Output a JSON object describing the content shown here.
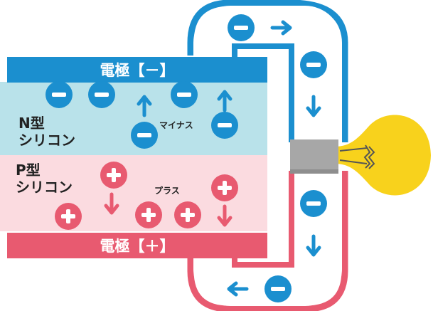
{
  "colors": {
    "negative": "#1b8fcf",
    "positive": "#e85a70",
    "n_layer": "#b9e2ea",
    "p_layer": "#fbdbe0",
    "text_dark": "#222222",
    "bulb": "#f8d21c",
    "socket": "#a7a7a7"
  },
  "electrodes": {
    "top_label": "電極【－】",
    "bottom_label": "電極【＋】"
  },
  "n_type": {
    "line1": "N型",
    "line2": "シリコン",
    "carrier_label": "マイナス"
  },
  "p_type": {
    "line1": "P型",
    "line2": "シリコン",
    "carrier_label": "プラス"
  },
  "icons": {
    "electron": "minus-circle-icon",
    "hole": "plus-circle-icon",
    "flow": "arrow-icon",
    "lamp": "light-bulb-icon"
  }
}
